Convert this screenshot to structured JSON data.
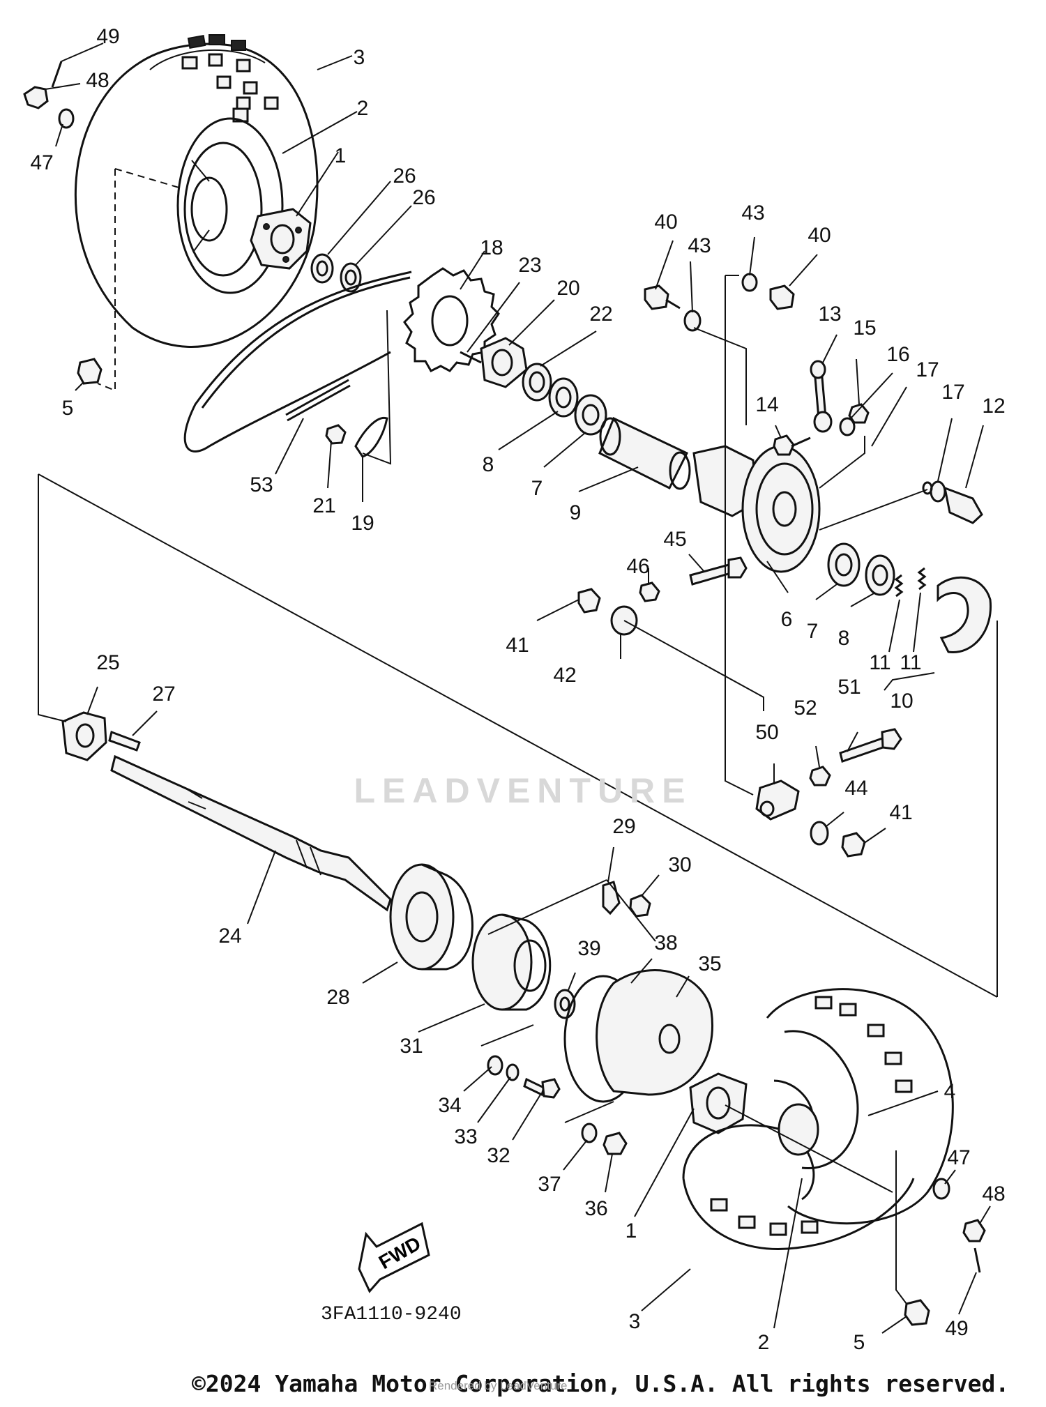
{
  "diagram": {
    "code": "3FA1110-9240",
    "fwd_label": "FWD",
    "watermark": "LEADVENTURE",
    "copyright": "©2024 Yamaha Motor Corporation, U.S.A. All rights reserved.",
    "rendered_by": "Rendered by LeadVenture",
    "callouts": [
      "49",
      "48",
      "47",
      "3",
      "2",
      "1",
      "26",
      "26",
      "5",
      "18",
      "23",
      "20",
      "22",
      "53",
      "21",
      "19",
      "8",
      "7",
      "9",
      "40",
      "43",
      "43",
      "40",
      "13",
      "15",
      "16",
      "17",
      "17",
      "12",
      "14",
      "6",
      "7",
      "8",
      "46",
      "45",
      "41",
      "42",
      "11",
      "11",
      "10",
      "52",
      "51",
      "50",
      "44",
      "41",
      "25",
      "27",
      "24",
      "29",
      "30",
      "28",
      "31",
      "39",
      "38",
      "35",
      "34",
      "33",
      "32",
      "37",
      "36",
      "1",
      "4",
      "47",
      "48",
      "49",
      "3",
      "2",
      "5"
    ]
  }
}
